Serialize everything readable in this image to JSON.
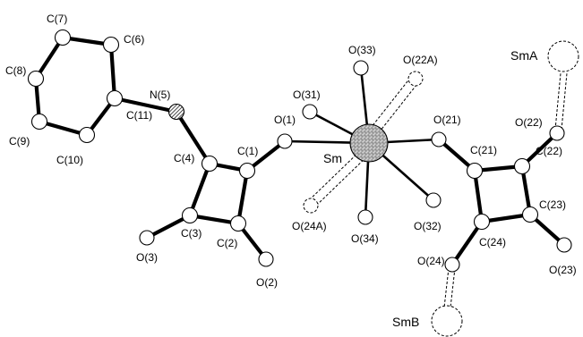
{
  "labels": {
    "C7": "C(7)",
    "C6": "C(6)",
    "C8": "C(8)",
    "N5": "N(5)",
    "C11": "C(11)",
    "C9": "C(9)",
    "C10": "C(10)",
    "C4": "C(4)",
    "C1": "C(1)",
    "O1": "O(1)",
    "C3": "C(3)",
    "C2": "C(2)",
    "O3": "O(3)",
    "O2": "O(2)",
    "O31": "O(31)",
    "O33": "O(33)",
    "O22A": "O(22A)",
    "Sm": "Sm",
    "O24A": "O(24A)",
    "O34": "O(34)",
    "O32": "O(32)",
    "O21": "O(21)",
    "C21": "C(21)",
    "O22": "O(22)",
    "C22": "C(22)",
    "C23": "C(23)",
    "C24": "C(24)",
    "O24": "O(24)",
    "O23": "O(23)",
    "SmA": "SmA",
    "SmB": "SmB"
  }
}
